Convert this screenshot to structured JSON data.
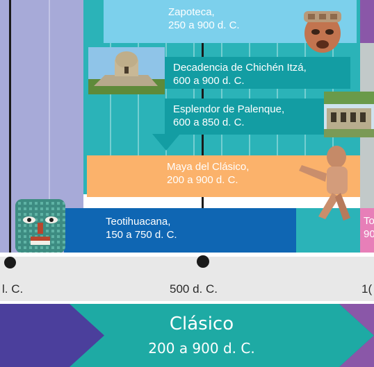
{
  "periods": [
    {
      "id": "zapoteca",
      "name": "Zapoteca,",
      "range": "250 a 900 d. C."
    },
    {
      "id": "chichen",
      "name": "Decadencia de Chichén Itzá,",
      "range": "600 a 900 d. C."
    },
    {
      "id": "palenque",
      "name": "Esplendor de Palenque,",
      "range": "600 a 850 d. C."
    },
    {
      "id": "maya",
      "name": "Maya del Clásico,",
      "range": "200 a 900 d. C."
    },
    {
      "id": "teotihuacana",
      "name": "Teotihuacana,",
      "range": "150 a 750 d. C."
    },
    {
      "id": "tolteca",
      "name": "To",
      "range": "90"
    }
  ],
  "axis": {
    "labels": [
      "l. C.",
      "500 d. C.",
      "1("
    ]
  },
  "era": {
    "name": "Clásico",
    "range": "200 a 900 d. C."
  },
  "colors": {
    "teal_panel": "#2bb3b8",
    "light_blue": "#7cd0ec",
    "dark_teal": "#139da3",
    "orange": "#fbb26b",
    "blue": "#0f66b3",
    "lavender": "#9fa2d4",
    "pink": "#e77fb8",
    "axis_gray": "#e8e8e8",
    "era_teal": "#1eaaa4",
    "era_purple": "#4b3f9c",
    "era_violet": "#8a57a8"
  },
  "icons": [
    "zapotec-mask-icon",
    "observatory-photo-icon",
    "palenque-palace-photo-icon",
    "maya-figurine-icon",
    "teotihuacan-mask-icon"
  ]
}
